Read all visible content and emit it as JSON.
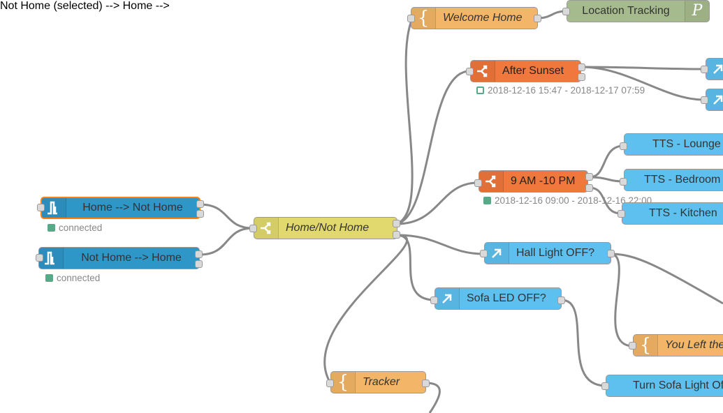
{
  "colors": {
    "switch_node": "#e2d96e",
    "template_node": "#f3b567",
    "time_range_node": "#f0783c",
    "event_node": "#2f96c8",
    "api_node": "#5ec0ee",
    "tracking_node": "#a6bb8d",
    "wire": "#888888",
    "status_green": "#5a8",
    "selected_border": "#ff7f0e"
  },
  "nodes": {
    "home_to_not_home": {
      "label": "Home --> Not Home",
      "status": "connected",
      "icon": "trigger-icon"
    },
    "not_home_to_home": {
      "label": "Not Home --> Home",
      "status": "connected",
      "icon": "trigger-icon"
    },
    "home_not_home": {
      "label": "Home/Not Home",
      "icon": "switch-icon"
    },
    "welcome_home": {
      "label": "Welcome Home",
      "icon": "template-icon"
    },
    "location_tracking": {
      "label": "Location Tracking",
      "icon": "pushbullet-icon"
    },
    "after_sunset": {
      "label": "After Sunset",
      "status": "2018-12-16 15:47 - 2018-12-17 07:59",
      "icon": "switch-icon"
    },
    "nine_am_ten_pm": {
      "label": "9 AM -10 PM",
      "status": "2018-12-16 09:00 - 2018-12-16 22:00",
      "icon": "switch-icon"
    },
    "tts_lounge": {
      "label": "TTS - Lounge"
    },
    "tts_bedroom": {
      "label": "TTS - Bedroom"
    },
    "tts_kitchen": {
      "label": "TTS - Kitchen"
    },
    "hall_light_off": {
      "label": "Hall Light OFF?",
      "icon": "arrow-up-right-icon"
    },
    "sofa_led_off": {
      "label": "Sofa LED OFF?",
      "icon": "arrow-up-right-icon"
    },
    "you_left_the": {
      "label": "You Left the",
      "icon": "template-icon"
    },
    "turn_sofa_light_off": {
      "label": "Turn Sofa Light Of"
    },
    "tracker": {
      "label": "Tracker",
      "icon": "template-icon"
    }
  }
}
